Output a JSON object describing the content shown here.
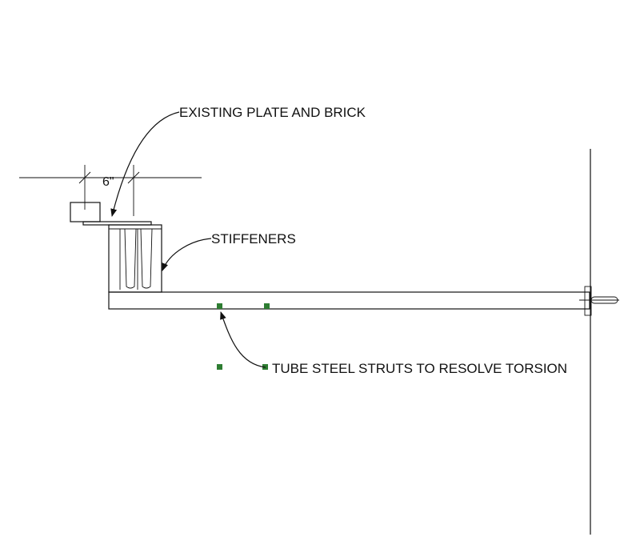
{
  "dimension": {
    "text": "6\""
  },
  "callouts": {
    "existing_plate": "EXISTING PLATE AND BRICK",
    "stiffeners": "STIFFENERS",
    "tube_struts": "TUBE STEEL STRUTS TO RESOLVE TORSION"
  },
  "colors": {
    "line": "#111111",
    "grip_marker": "#2e7d32",
    "background": "#ffffff"
  }
}
